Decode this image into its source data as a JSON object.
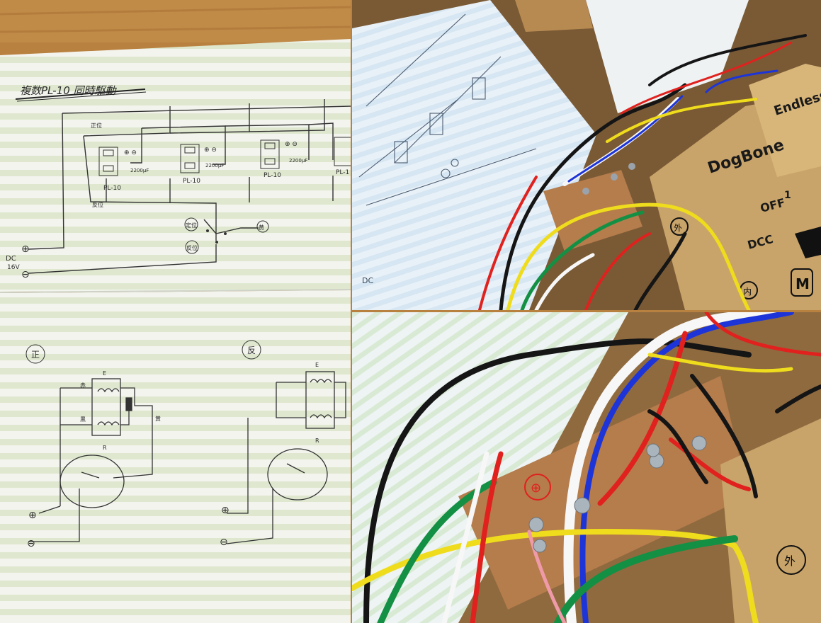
{
  "photo_left": {
    "title": "複数PL-10 同時駆動",
    "units": [
      {
        "label": "PL-10",
        "cap": "2200μF"
      },
      {
        "label": "PL-10",
        "cap": "2200μF"
      },
      {
        "label": "PL-10",
        "cap": "2200μF"
      },
      {
        "label": "PL-1"
      }
    ],
    "normal_mark": "正位",
    "reverse_mark": "反位",
    "switch_normal": "定位",
    "switch_reverse": "反位",
    "switch_common": "黄",
    "dc_label": "DC",
    "voltage": "16V",
    "plus": "⊕",
    "minus": "⊖",
    "diagram_left_badge": "正",
    "diagram_right_badge": "反",
    "coil_e": "E",
    "coil_r": "R",
    "wire_red": "赤",
    "wire_black": "黒",
    "wire_yellow": "黄"
  },
  "photo_top_right": {
    "box_label_1": "DogBone",
    "box_label_2": "Endless",
    "switch_off": "OFF",
    "switch_on": "1",
    "switch_dcc": "DCC",
    "motor": "M",
    "sticker_1": "外",
    "sticker_2": "内",
    "paper_dc": "DC"
  },
  "photo_bottom_right": {
    "board_mark": "⊕",
    "box_sticker": "外"
  },
  "colors": {
    "paper": "#f3f4ee",
    "stripe": "#dfe8cf",
    "blue_paper": "#e6eff7",
    "cardboard": "#c8a46a",
    "plywood": "#b57c4c",
    "wire_red": "#e0211e",
    "wire_yellow": "#efdc1c",
    "wire_blue": "#1d35d8",
    "wire_green": "#139044",
    "wire_black": "#151515",
    "wire_white": "#f7f7f7"
  }
}
